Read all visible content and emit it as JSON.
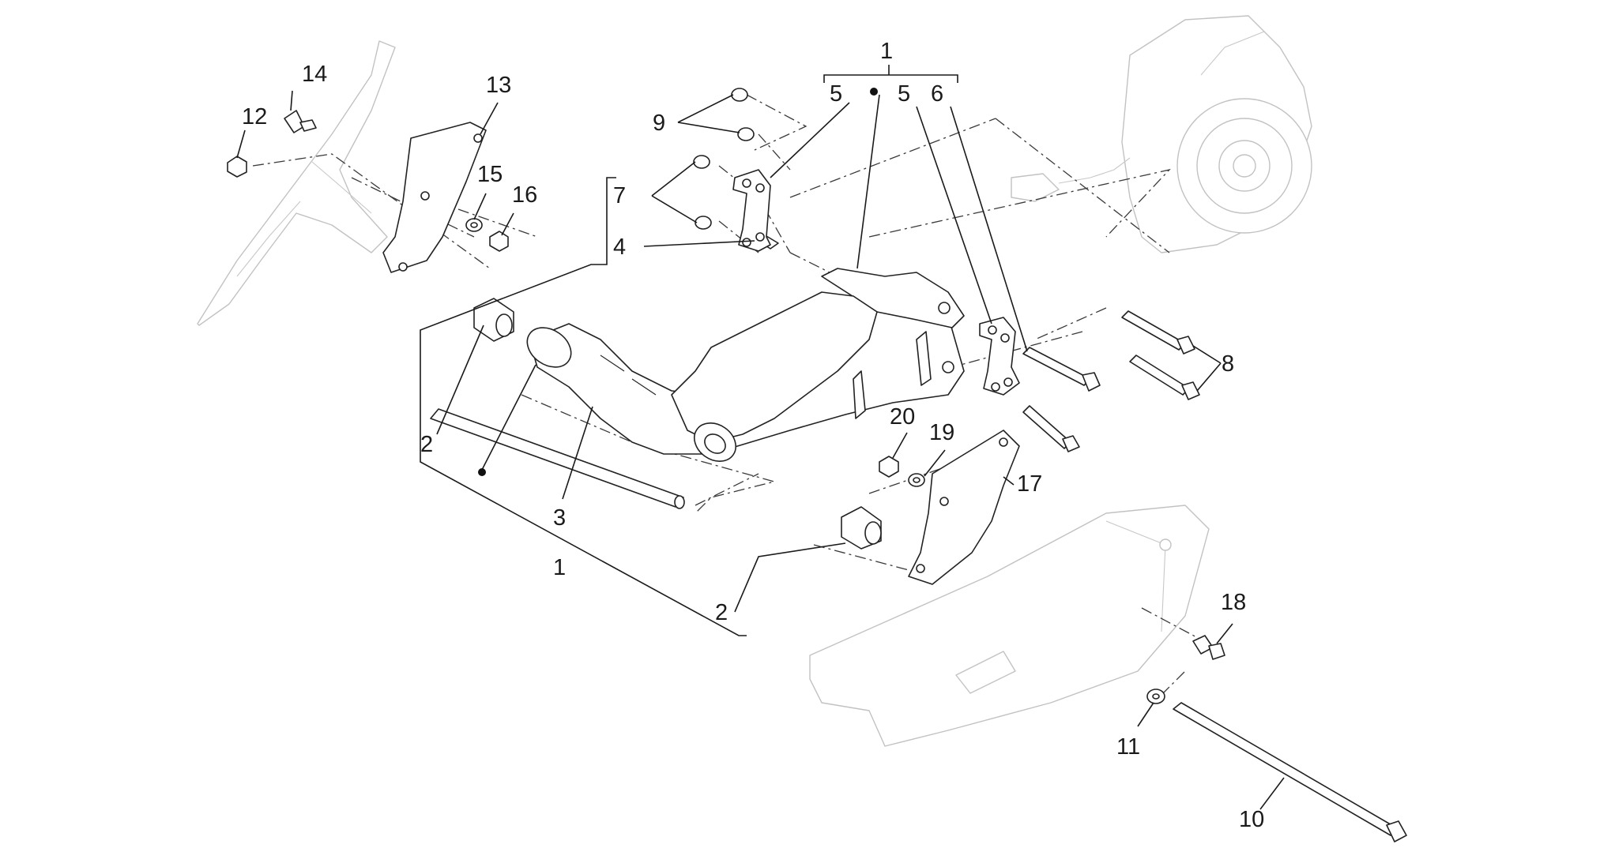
{
  "callouts": {
    "c1_top": "1",
    "c5a": "5",
    "c5b": "5",
    "c6": "6",
    "c9": "9",
    "c7": "7",
    "c4": "4",
    "c14": "14",
    "c13": "13",
    "c12": "12",
    "c15": "15",
    "c16": "16",
    "c8": "8",
    "c2_left": "2",
    "c3": "3",
    "c1_bottom": "1",
    "c20": "20",
    "c19": "19",
    "c17": "17",
    "c2_bottom": "2",
    "c18": "18",
    "c11": "11",
    "c10": "10"
  }
}
